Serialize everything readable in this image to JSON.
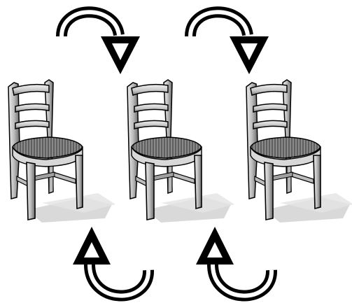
{
  "scene": {
    "background_color": "#ffffff",
    "ink_color": "#000000",
    "chair_count": 3,
    "arrows": [
      {
        "name": "curved-arrow-top-left-icon",
        "direction": "clockwise-down"
      },
      {
        "name": "curved-arrow-top-right-icon",
        "direction": "clockwise-down"
      },
      {
        "name": "curved-arrow-bottom-left-icon",
        "direction": "up"
      },
      {
        "name": "curved-arrow-bottom-right-icon",
        "direction": "up"
      }
    ],
    "chair_colors": {
      "frame_light": "#d9d9d9",
      "frame_mid": "#a8a8a8",
      "frame_dark": "#5a5a5a",
      "seat": "#7a7a7a",
      "seat_dark": "#3c3c3c",
      "shadow": "#cfcfcf"
    }
  }
}
